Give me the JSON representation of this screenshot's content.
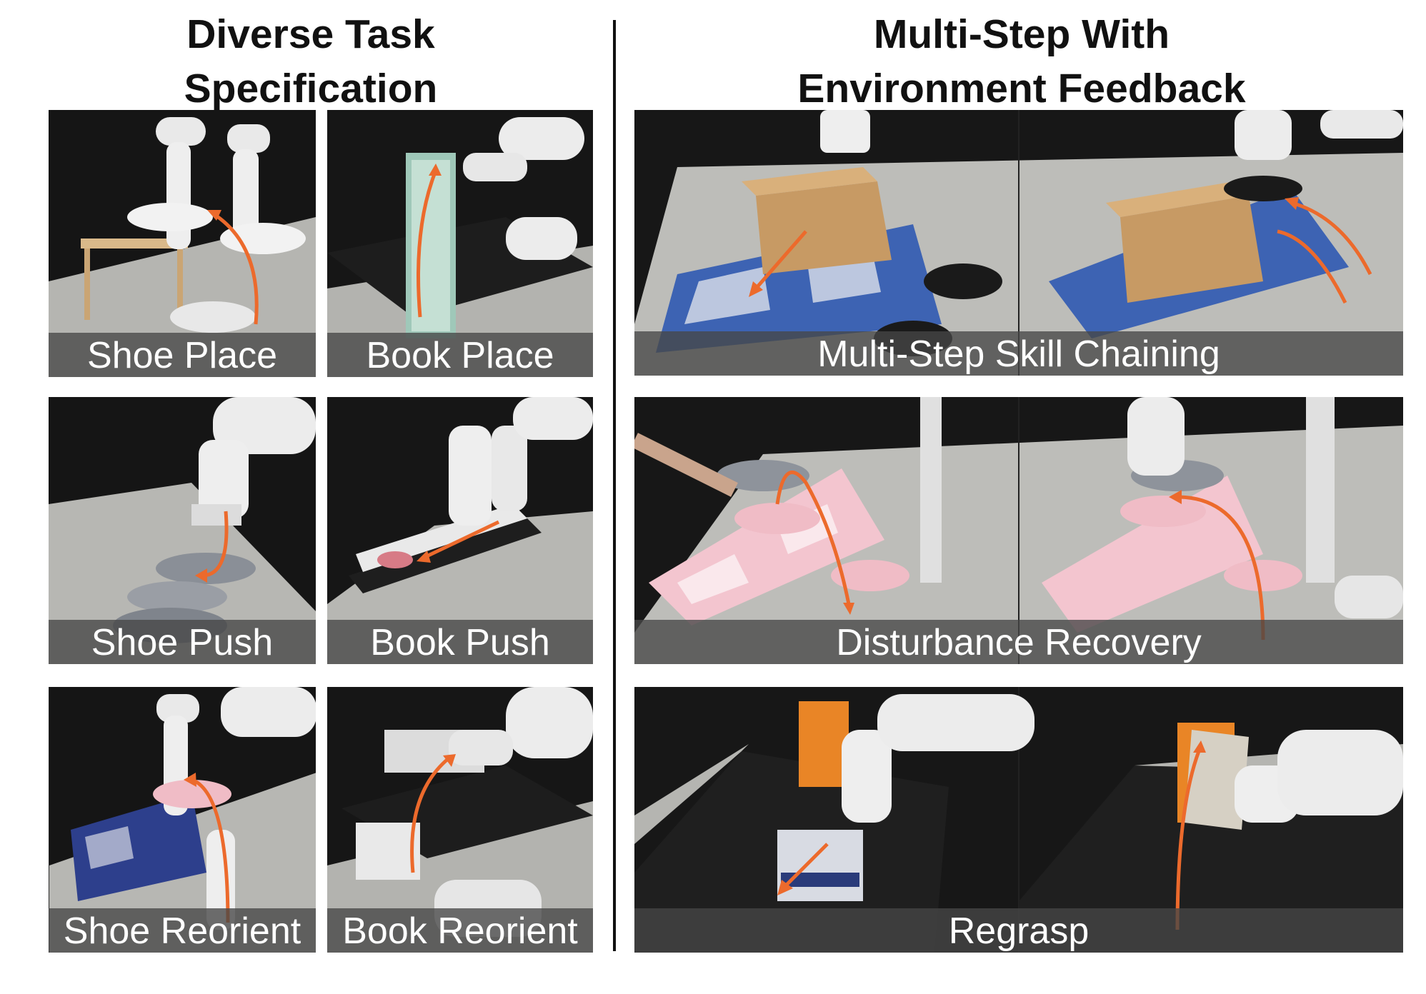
{
  "headings": {
    "left": [
      "Diverse Task",
      "Specification"
    ],
    "right": [
      "Multi-Step With",
      "Environment Feedback"
    ]
  },
  "panels": {
    "shoe_place": "Shoe Place",
    "book_place": "Book Place",
    "shoe_push": "Shoe Push",
    "book_push": "Book Push",
    "shoe_reorient": "Shoe Reorient",
    "book_reorient": "Book Reorient",
    "skill_chaining": "Multi-Step Skill Chaining",
    "disturbance_recovery": "Disturbance Recovery",
    "regrasp": "Regrasp"
  },
  "colors": {
    "arrow": "#ec6a2c",
    "background_cloth": "#1a1a1a",
    "table": "#b4b4b0",
    "robot": "#eeeeee"
  }
}
